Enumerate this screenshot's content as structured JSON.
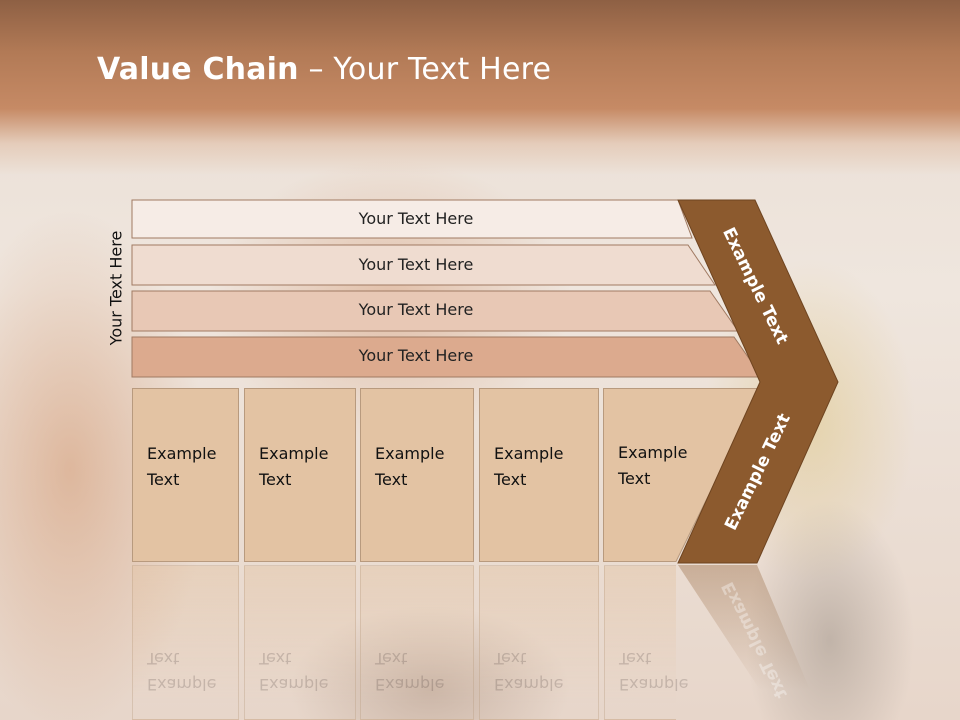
{
  "title": {
    "bold": "Value Chain",
    "rest": " – Your Text Here"
  },
  "side_label": "Your Text Here",
  "rows": [
    {
      "label": "Your Text Here"
    },
    {
      "label": "Your Text Here"
    },
    {
      "label": "Your Text Here"
    },
    {
      "label": "Your Text Here"
    }
  ],
  "boxes": [
    {
      "label": "Example\nText"
    },
    {
      "label": "Example\nText"
    },
    {
      "label": "Example\nText"
    },
    {
      "label": "Example\nText"
    },
    {
      "label": "Example\nText"
    }
  ],
  "chevron": {
    "upper_label": "Example Text",
    "lower_label": "Example Text"
  },
  "colors": {
    "header": "#c68a65",
    "chevron": "#8c5a2e",
    "row_fills": [
      "#f6ece6",
      "#efdcd0",
      "#e8c8b5",
      "#dcaa8e"
    ],
    "box_fill": "#e3c3a3",
    "title_text": "#ffffff"
  }
}
